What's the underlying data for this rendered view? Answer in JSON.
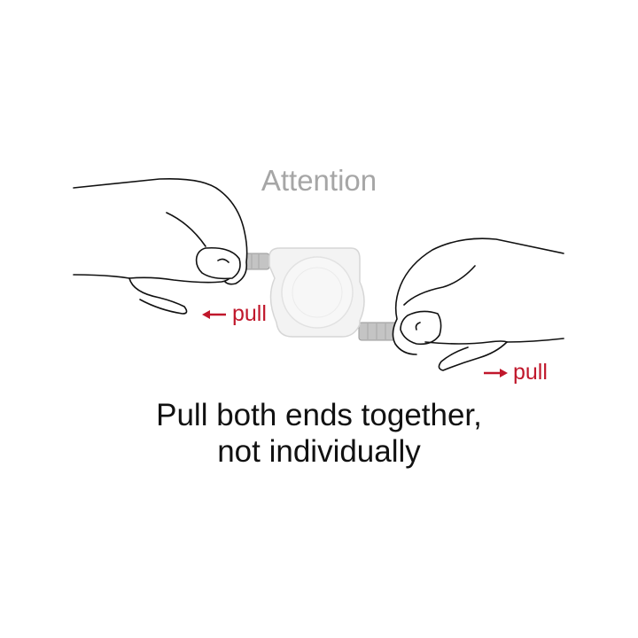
{
  "title": "Attention",
  "pull_left": "pull",
  "pull_right": "pull",
  "caption": {
    "line1": "Pull both ends together,",
    "line2": "not individually"
  },
  "colors": {
    "accent": "#c0172b",
    "title": "#a6a6a6",
    "text": "#111111",
    "device": "#f2f2f2",
    "plug": "#b8b8b8"
  },
  "icons": [
    "left-hand-icon",
    "right-hand-icon",
    "cable-reel-icon",
    "left-arrow-icon",
    "right-arrow-icon"
  ]
}
